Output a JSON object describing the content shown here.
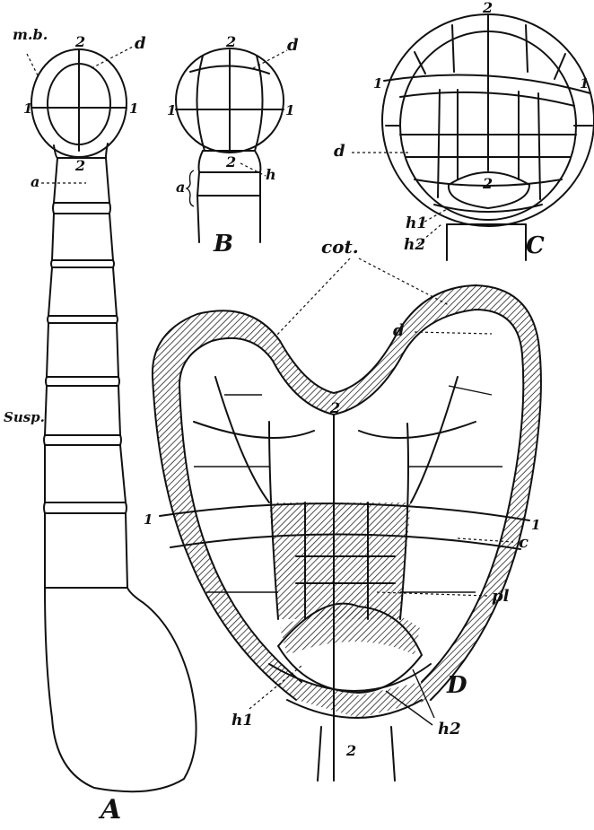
{
  "panels": {
    "A": {
      "letter": "A",
      "labels": {
        "mb": "m.b.",
        "num2top": "2",
        "d": "d",
        "num1left": "1",
        "num1right": "1",
        "num2bottom": "2",
        "a": "a",
        "susp": "Susp."
      }
    },
    "B": {
      "letter": "B",
      "labels": {
        "num2top": "2",
        "d": "d",
        "num1left": "1",
        "num1right": "1",
        "num2mid": "2",
        "h": "h",
        "a": "a"
      }
    },
    "C": {
      "letter": "C",
      "labels": {
        "num2top": "2",
        "num1left": "1",
        "num1right": "1",
        "d": "d",
        "num2inner": "2",
        "h1": "h1",
        "h2": "h2"
      }
    },
    "D": {
      "letter": "D",
      "labels": {
        "cot": "cot.",
        "d": "d",
        "num2top": "2",
        "num1left": "1",
        "num1right": "1",
        "c": "c",
        "pl": "pl",
        "h1": "h1",
        "h2": "h2",
        "num2bottom": "2"
      }
    }
  },
  "colors": {
    "ink": "#111111",
    "paper": "#ffffff"
  }
}
